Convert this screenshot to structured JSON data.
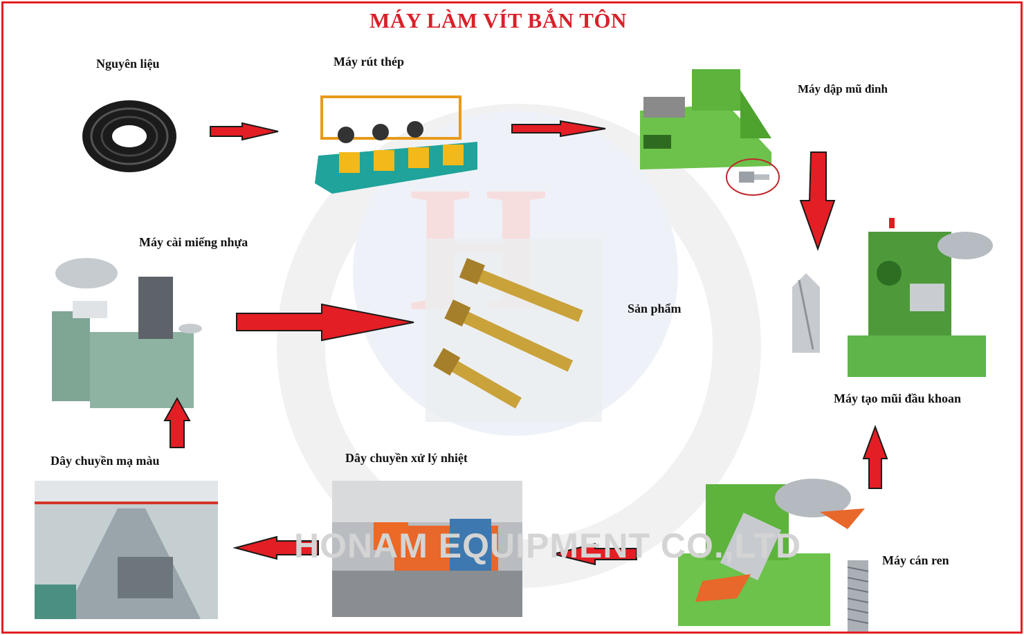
{
  "title": "MÁY LÀM VÍT BẮN TÔN",
  "watermark": "HONAM EQUIPMENT CO.,LTD",
  "accent_color": "#e31e24",
  "steps": {
    "raw_material": "Nguyên liệu",
    "wire_drawing": "Máy rút thép",
    "heading": "Máy dập mũ đinh",
    "drill_point": "Máy tạo mũi đầu khoan",
    "thread_rolling": "Máy cán ren",
    "heat_treatment": "Dây chuyền xử lý nhiệt",
    "plating": "Dây chuyền mạ màu",
    "washer_assembly": "Máy cài miếng nhựa",
    "product": "Sản phẩm"
  }
}
